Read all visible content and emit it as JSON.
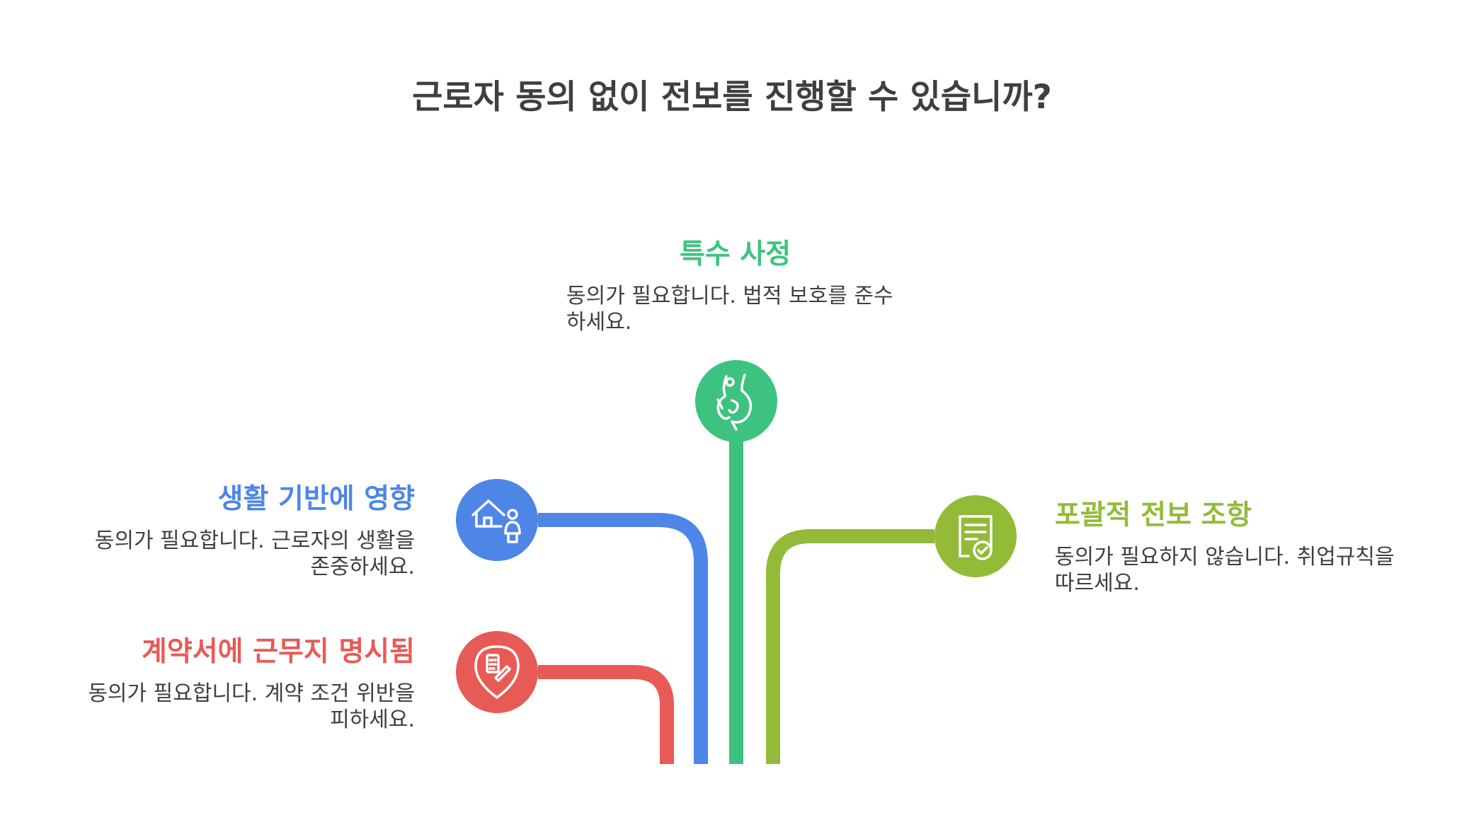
{
  "title": "근로자 동의 없이 전보를 진행할 수 있습니까?",
  "colors": {
    "title": "#3f3f3f",
    "text": "#3f3f3f",
    "green": "#3dc37f",
    "blue": "#4d86e6",
    "lime": "#93bb38",
    "red": "#e85a55"
  },
  "branches": {
    "special": {
      "heading": "특수 사정",
      "description": "동의가 필요합니다. 법적 보호를 준수 하세요.",
      "icon": "pregnant-woman-icon"
    },
    "livelihood": {
      "heading": "생활 기반에 영향",
      "description": "동의가 필요합니다. 근로자의 생활을 존중하세요.",
      "icon": "home-person-icon"
    },
    "comprehensive": {
      "heading": "포괄적 전보 조항",
      "description": "동의가 필요하지 않습니다. 취업규칙을 따르세요.",
      "icon": "certificate-document-icon"
    },
    "contract": {
      "heading": "계약서에 근무지 명시됨",
      "description": "동의가 필요합니다. 계약 조건 위반을 피하세요.",
      "icon": "document-location-pin-icon"
    }
  }
}
